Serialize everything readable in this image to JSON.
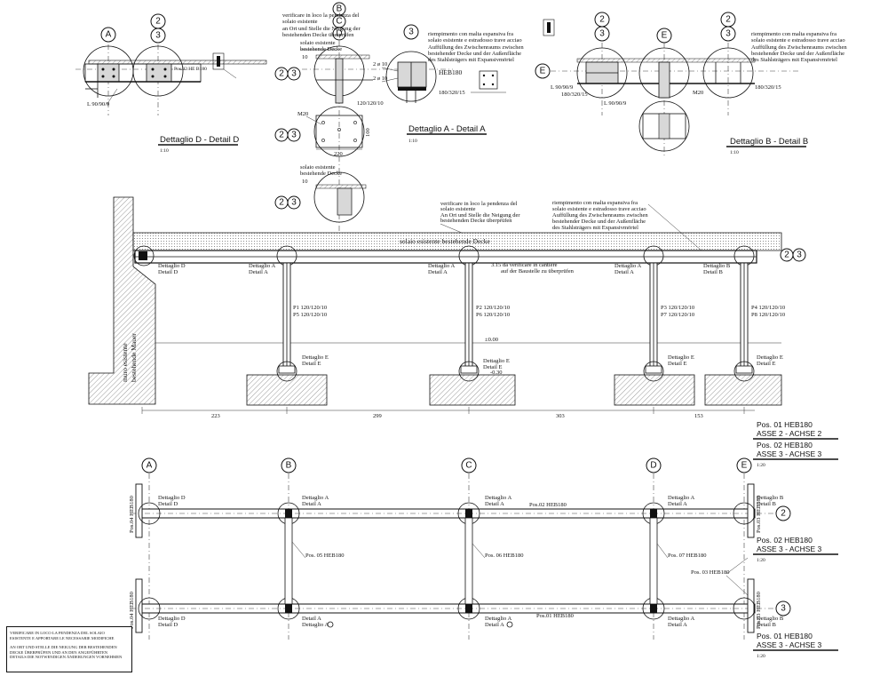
{
  "axes_letters": [
    "A",
    "B",
    "C",
    "D",
    "E"
  ],
  "axes_numbers": [
    "2",
    "3"
  ],
  "details": {
    "d": {
      "title": "Dettaglio D - Detail D",
      "scale": "1:10",
      "angle": "L 90/90/9"
    },
    "a": {
      "title": "Dettaglio A - Detail A",
      "scale": "1:10",
      "note_slope_it": "verificare in loco la pendenza del",
      "note_slope_it2": "solaio esistente",
      "note_slope_de": "an Ort und Stelle die Neigung der",
      "note_slope_de2": "bestehenden Decke überprüfen",
      "note_fill_it": "riempimento con malta espansiva fra",
      "note_fill_it2": "solaio esistente e estradosso trave acciao",
      "note_fill_de": "Auffüllung des Zwischenraums zwischen",
      "note_fill_de2": "bestehender Decke und der Außenfläche",
      "note_fill_de3": "des Stahlsträgers mit Expansivmörtel",
      "existing_it": "solaio esistente",
      "existing_de": "bestehende Decke",
      "beam": "HEB180",
      "plate": "180/320/15",
      "col": "120/120/10",
      "bolt": "M20",
      "w220": "220",
      "h100": "100",
      "w10": "10",
      "dim1": "2 ø 10",
      "dim2": "2 ø 10"
    },
    "b": {
      "title": "Dettaglio B - Detail B",
      "scale": "1:10",
      "note_fill_it": "riempimento con malta espansiva fra",
      "note_fill_it2": "solaio esistente e estradosso trave acciao",
      "note_fill_de": "Auffüllung des Zwischenraums zwischen",
      "note_fill_de2": "bestehender Decke und der Außenfläche",
      "note_fill_de3": "des Stahlsträgers mit Expansivmörtel",
      "angle": "L 90/90/9",
      "plate1": "180/320/15",
      "plate2": "180/320/15",
      "bolt": "M20"
    }
  },
  "section": {
    "slab": "solaio esistente bestehende Decke",
    "wall_it": "muro esistente",
    "wall_de": "bestehende Mauer",
    "note_slope_it": "verificare in loco la pendenza del",
    "note_slope_it2": "solaio esistente",
    "note_slope_de": "An Ort und Stelle die Neigung der",
    "note_slope_de2": "bestehenden Decke überprüfen",
    "note_fill_it": "riempimento con malta espansiva fra",
    "note_fill_it2": "solaio esistente e estradosso trave acciao",
    "note_fill_de": "Auffüllung des Zwischenraums zwischen",
    "note_fill_de2": "bestehender Decke und der Außenfläche",
    "note_fill_de3": "des Stahlsträgers mit Expansivmörtel",
    "level_note": "3.15 da verificare in cantiere",
    "level_note2": "auf der Baustelle zu überprüfen",
    "level_zero": "±0.00",
    "level_neg": "-0.30",
    "cols": [
      {
        "top_it": "Dettaglio A",
        "top_de": "Detail A",
        "p1": "P1 120/120/10",
        "p2": "P5 120/120/10",
        "bot_it": "Dettaglio E",
        "bot_de": "Detail E"
      },
      {
        "top_it": "Dettaglio A",
        "top_de": "Detail A",
        "p1": "P2 120/120/10",
        "p2": "P6 120/120/10",
        "bot_it": "Dettaglio E",
        "bot_de": "Detail E"
      },
      {
        "top_it": "Dettaglio A",
        "top_de": "Detail A",
        "p1": "P3 120/120/10",
        "p2": "P7 120/120/10",
        "bot_it": "Dettaglio E",
        "bot_de": "Detail E"
      },
      {
        "top_it": "Dettaglio B",
        "top_de": "Detail B",
        "p1": "P4 120/120/10",
        "p2": "P8 120/120/10",
        "bot_it": "Dettaglio E",
        "bot_de": "Detail E"
      }
    ],
    "left_it": "Dettaglio D",
    "left_de": "Detail D",
    "spans": [
      "223",
      "299",
      "303",
      "153"
    ]
  },
  "titles": {
    "t1a": "Pos. 01 HEB180",
    "t1b": "ASSE 2 - ACHSE 2",
    "t2a": "Pos. 02 HEB180",
    "t2b": "ASSE 3 - ACHSE 3",
    "t2s": "1:20",
    "t3a": "Pos. 02 HEB180",
    "t3b": "ASSE 3 - ACHSE 3",
    "t3s": "1:20",
    "t4a": "Pos. 01 HEB180",
    "t4b": "ASSE 3 - ACHSE 3",
    "t4s": "1:20"
  },
  "plan": {
    "beam_top": "Pos.02 HEB180",
    "beam_bot": "Pos.01 HEB180",
    "side_left_top": "Pos.04 HEB180",
    "side_left_bot": "Pos.04 HEB180",
    "side_right_top": "Pos.03 HEB180",
    "side_right_bot": "Pos.03 HEB180",
    "pos05": "Pos. 05 HEB180",
    "pos06": "Pos. 06 HEB180",
    "pos07": "Pos. 07 HEB180",
    "pos03": "Pos. 03 HEB180",
    "top_labels": [
      {
        "it": "Dettaglio D",
        "de": "Detail D"
      },
      {
        "it": "Dettaglio A",
        "de": "Detail A"
      },
      {
        "it": "Dettaglio A",
        "de": "Detail A"
      },
      {
        "it": "Dettaglio A",
        "de": "Detail A"
      },
      {
        "it": "Dettaglio B",
        "de": "Detail B"
      }
    ],
    "bot_labels": [
      {
        "it": "Dettaglio D",
        "de": "Detail D"
      },
      {
        "it": "Detail A",
        "de": "Dettaglio A"
      },
      {
        "it": "Dettaglio A",
        "de": "Detail A"
      },
      {
        "it": "Dettaglio A",
        "de": "Detail A"
      },
      {
        "it": "Dettaglio B",
        "de": "Detail B"
      }
    ]
  },
  "note_box": {
    "l1": "Verificare in loco la pendenza del solaio",
    "l2": "esistente e apportare le necessarie modifiche",
    "l3": "An Ort und Stelle die Neigung der bestehenden",
    "l4": "Decke überprüfen und an den angeführten",
    "l5": "Details die notwendigen Änderungen vornehmen"
  }
}
